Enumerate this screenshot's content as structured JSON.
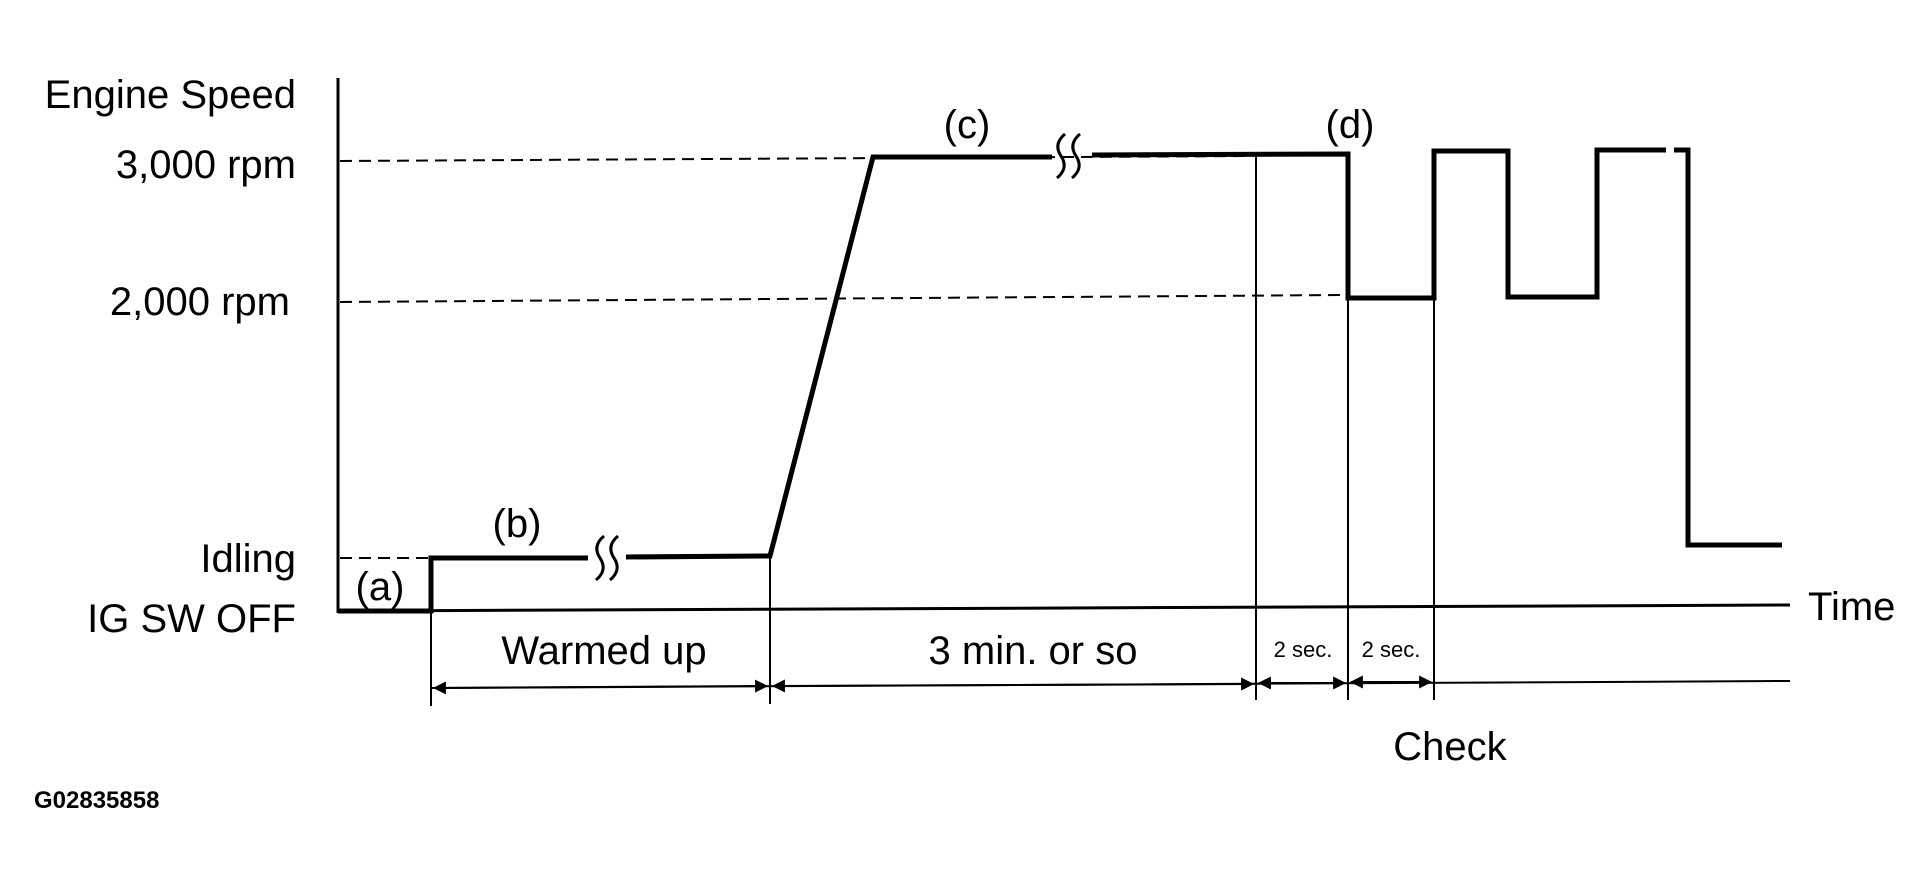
{
  "y_axis": {
    "title": "Engine Speed",
    "levels": [
      "3,000 rpm",
      "2,000 rpm",
      "Idling",
      "IG SW OFF"
    ]
  },
  "x_axis": {
    "title": "Time"
  },
  "stages": {
    "a": "(a)",
    "b": "(b)",
    "c": "(c)",
    "d": "(d)"
  },
  "durations": {
    "warm": "Warmed up",
    "run": "3 min. or so",
    "hold1": "2 sec.",
    "hold2": "2 sec."
  },
  "check_label": "Check",
  "figure_code": "G02835858"
}
